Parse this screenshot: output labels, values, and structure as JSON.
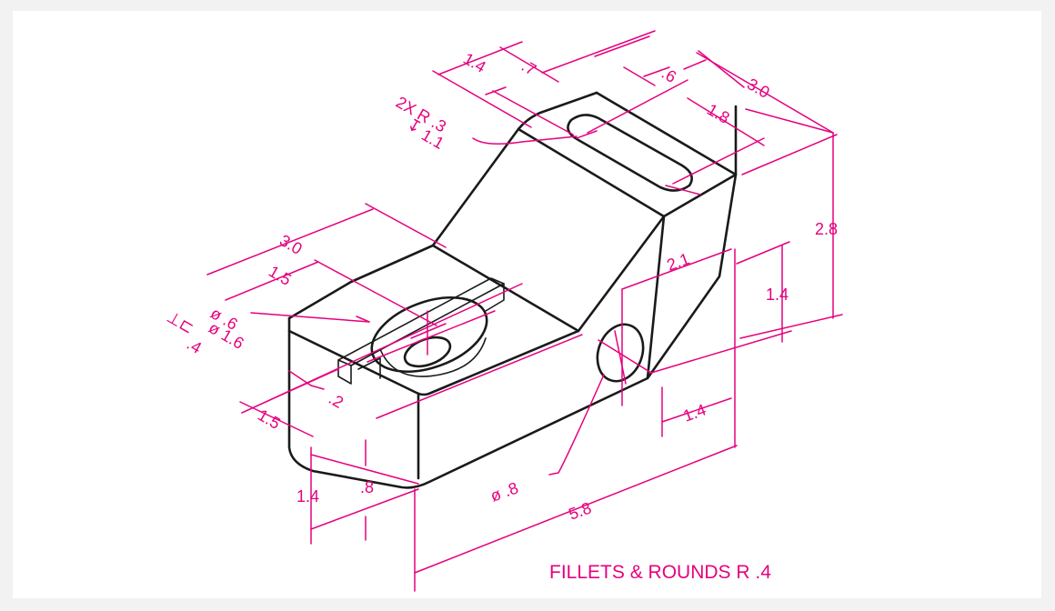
{
  "colors": {
    "background": "#f2f2f2",
    "sheet": "#ffffff",
    "object_lines": "#1a1a1a",
    "dimensions": "#e6007e"
  },
  "dimensions": {
    "top_1_4": "1.4",
    "top_0_7": ".7",
    "top_0_6": ".6",
    "top_3_0": "3.0",
    "slot_1_8": "1.8",
    "slot_radius": "2X R .3",
    "slot_depth": "1.1",
    "height_2_8": "2.8",
    "dist_2_1": "2.1",
    "hole_height_1_4": "1.4",
    "hole_offset_1_4": "1.4",
    "base_3_0": "3.0",
    "base_1_5": "1.5",
    "cbore_dia": "ø .6",
    "cbore_dia2": "ø 1.6",
    "cbore_depth": ".4",
    "groove_0_2": ".2",
    "front_1_5": "1.5",
    "front_1_4": "1.4",
    "front_0_8": ".8",
    "hole_dia": "ø .8",
    "length_5_8": "5.8"
  },
  "note": "FILLETS & ROUNDS R .4"
}
